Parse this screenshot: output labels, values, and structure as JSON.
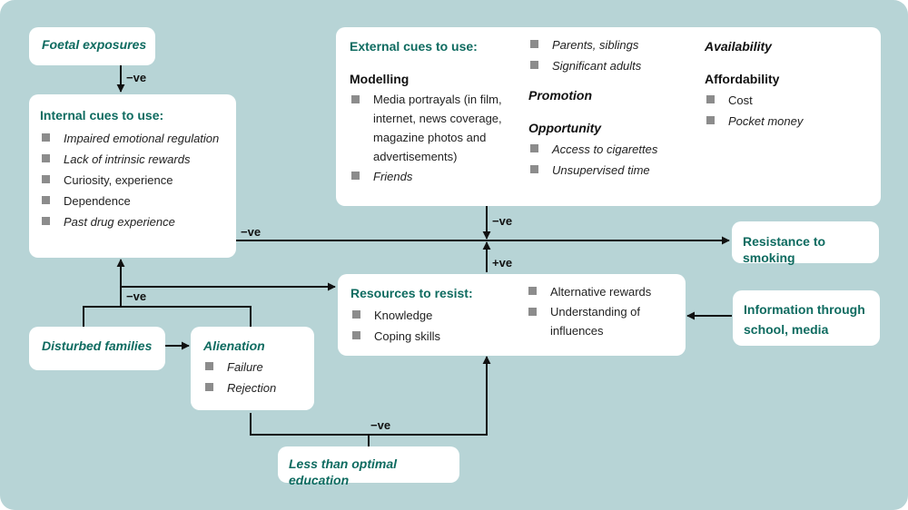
{
  "colors": {
    "background": "#b7d4d6",
    "box": "#ffffff",
    "title": "#0e6b60",
    "bullet": "#8c8c8c",
    "line": "#111111"
  },
  "foetal": {
    "title": "Foetal exposures"
  },
  "internal": {
    "title": "Internal cues to use:",
    "items": [
      "Impaired emotional regulation",
      "Lack of intrinsic rewards",
      "Curiosity, experience",
      "Dependence",
      "Past drug experience"
    ]
  },
  "external": {
    "title": "External cues to use:",
    "modelling": "Modelling",
    "modelling_items": [
      "Media portrayals (in film, internet, news coverage, magazine photos and advertisements)",
      "Friends"
    ],
    "col2_items": [
      "Parents, siblings",
      "Significant adults"
    ],
    "promotion": "Promotion",
    "opportunity": "Opportunity",
    "opportunity_items": [
      "Access to cigarettes",
      "Unsupervised time"
    ],
    "availability": "Availability",
    "affordability": "Affordability",
    "affordability_items": [
      "Cost",
      "Pocket money"
    ]
  },
  "resistance": {
    "title": "Resistance to smoking"
  },
  "resources": {
    "title": "Resources to resist:",
    "items_left": [
      "Knowledge",
      "Coping skills"
    ],
    "items_right": [
      "Alternative rewards",
      "Understanding of influences"
    ]
  },
  "information": {
    "title": "Information through school, media"
  },
  "disturbed": {
    "title": "Disturbed families"
  },
  "alienation": {
    "title": "Alienation",
    "items": [
      "Failure",
      "Rejection"
    ]
  },
  "education": {
    "title": "Less than optimal education"
  },
  "edge_labels": {
    "foetal_internal": "−ve",
    "internal_resistance": "−ve",
    "external_resistance": "−ve",
    "resources_resistance": "+ve",
    "families": "−ve",
    "education": "−ve"
  }
}
